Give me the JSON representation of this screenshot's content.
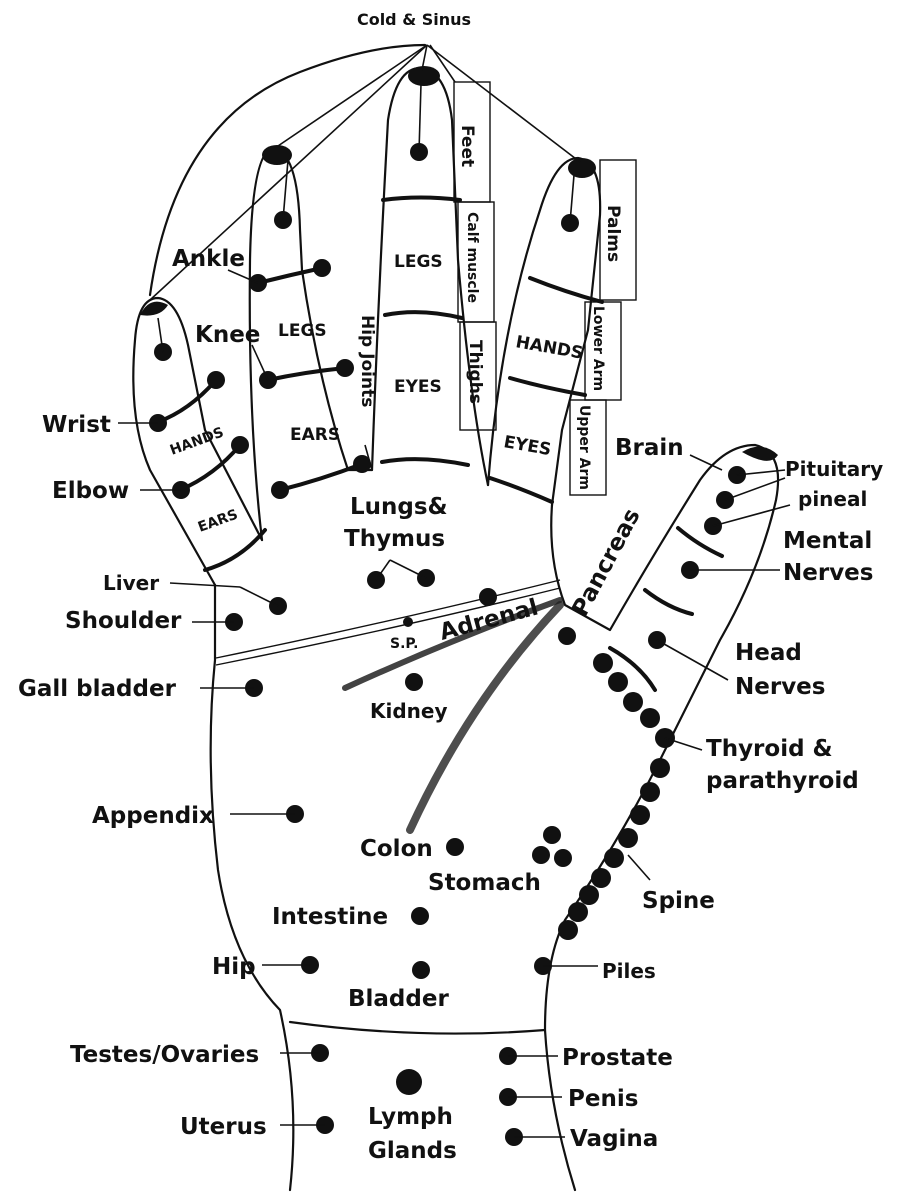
{
  "top_label": "Cold & Sinus",
  "finger_labels": {
    "pinky_hands": "HANDS",
    "pinky_ears": "EARS",
    "ring_legs": "LEGS",
    "ring_ears": "EARS",
    "middle_legs": "LEGS",
    "middle_eyes": "EYES",
    "index_hands": "HANDS",
    "index_eyes": "EYES"
  },
  "finger_side_labels": {
    "feet": "Feet",
    "calf": "Calf muscle",
    "thighs": "Thighs",
    "palms": "Palms",
    "lower_arm": "Lower Arm",
    "upper_arm": "Upper Arm",
    "hip_joints": "Hip Joints"
  },
  "left_labels": {
    "ankle": "Ankle",
    "knee": "Knee",
    "wrist": "Wrist",
    "elbow": "Elbow",
    "liver": "Liver",
    "shoulder": "Shoulder",
    "gall_bladder": "Gall bladder",
    "appendix": "Appendix",
    "hip": "Hip",
    "testes": "Testes/Ovaries",
    "uterus": "Uterus"
  },
  "center_labels": {
    "lungs_1": "Lungs&",
    "lungs_2": "Thymus",
    "sp": "S.P.",
    "adrenal": "Adrenal",
    "kidney": "Kidney",
    "pancreas": "Pancreas",
    "colon": "Colon",
    "stomach": "Stomach",
    "intestine": "Intestine",
    "bladder": "Bladder",
    "lymph_1": "Lymph",
    "lymph_2": "Glands"
  },
  "right_labels": {
    "brain": "Brain",
    "pituitary": "Pituitary",
    "pineal": "pineal",
    "mental_1": "Mental",
    "mental_2": "Nerves",
    "head_1": "Head",
    "head_2": "Nerves",
    "thyroid_1": "Thyroid &",
    "thyroid_2": "parathyroid",
    "spine": "Spine",
    "piles": "Piles",
    "prostate": "Prostate",
    "penis": "Penis",
    "vagina": "Vagina"
  },
  "colors": {
    "ink": "#111111",
    "background": "#ffffff"
  }
}
